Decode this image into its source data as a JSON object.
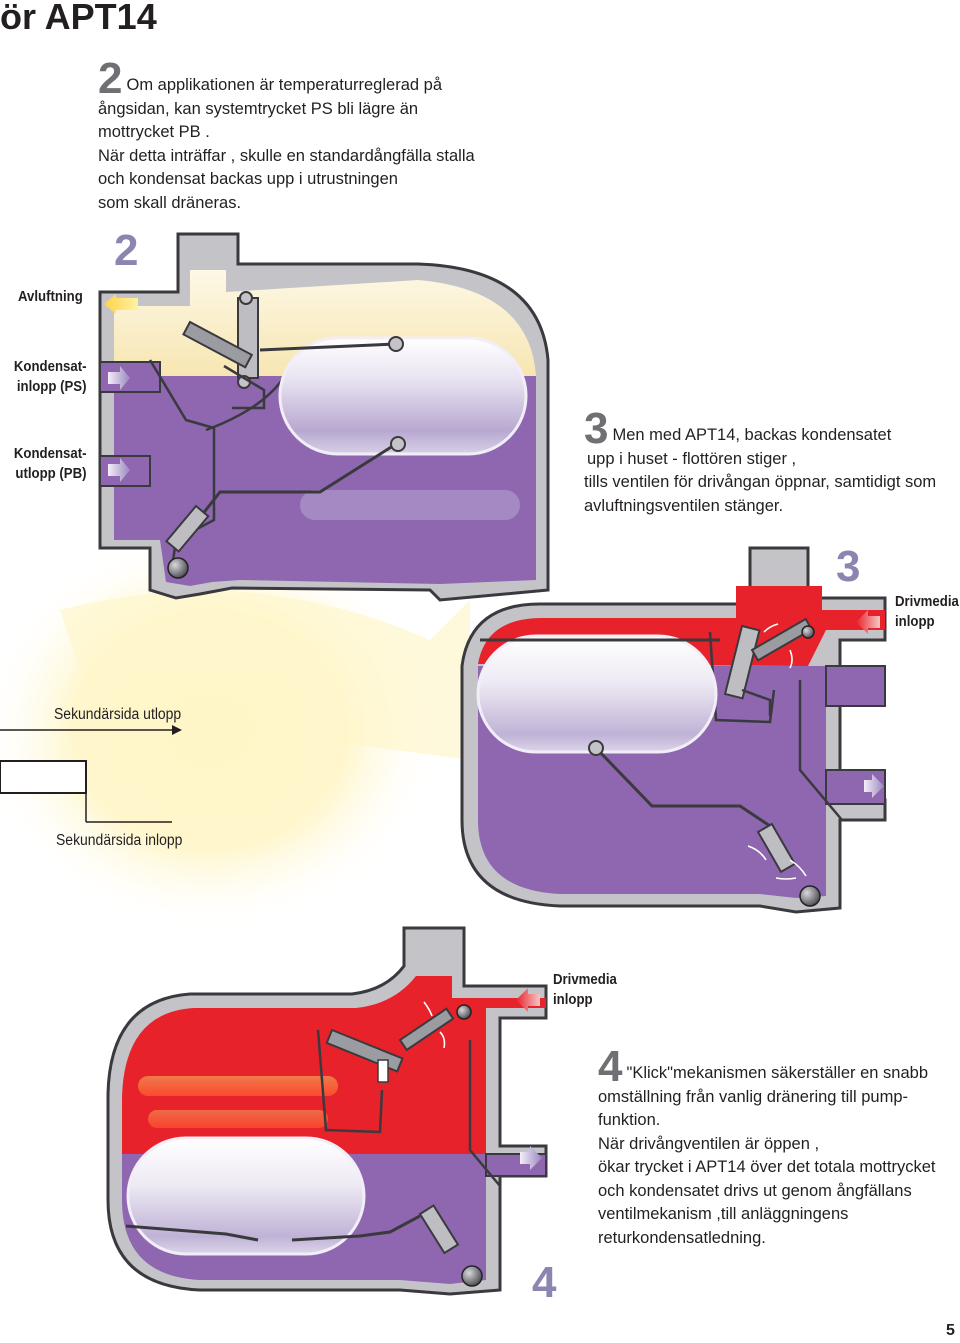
{
  "page": {
    "title": "ör APT14",
    "page_number": "5"
  },
  "step2": {
    "number": "2",
    "lines": [
      "Om applikationen är temperaturreglerad på",
      "ångsidan, kan systemtrycket PS bli lägre än",
      "mottrycket PB .",
      "När detta inträffar , skulle en standardångfälla stalla",
      "och kondensat backas upp i utrustningen",
      "som skall dräneras."
    ],
    "diagram_number": "2",
    "label_vent": "Avluftning",
    "label_inlet": [
      "Kondensat-",
      "inlopp (PS)"
    ],
    "label_outlet": [
      "Kondensat-",
      "utlopp (PB)"
    ]
  },
  "step3": {
    "number": "3",
    "lines": [
      "Men med APT14, backas kondensatet",
      "upp i huset - flottören stiger ,",
      "tills ventilen för drivångan öppnar, samtidigt som",
      "avluftningsventilen stänger."
    ],
    "diagram_number": "3",
    "label_motive": [
      "Drivmedia",
      "inlopp"
    ],
    "label_secondary_out": "Sekundärsida utlopp",
    "label_secondary_in": "Sekundärsida inlopp"
  },
  "step4": {
    "number": "4",
    "lines": [
      "\"Klick\"mekanismen säkerställer en snabb",
      "omställning från vanlig dränering till pump-",
      "funktion.",
      "När drivångventilen är öppen ,",
      "ökar trycket i APT14 över det totala mottrycket",
      "och kondensatet drivs ut genom ångfällans",
      "ventilmekanism ,till anläggningens",
      "returkondensatledning."
    ],
    "diagram_number": "4",
    "label_motive": [
      "Drivmedia",
      "inlopp"
    ]
  },
  "colors": {
    "condensate": "#8e67b0",
    "steam": "#e8222a",
    "body": "#c4c4c8",
    "outline": "#3a3a3e",
    "cream": "#f8ecc4"
  }
}
